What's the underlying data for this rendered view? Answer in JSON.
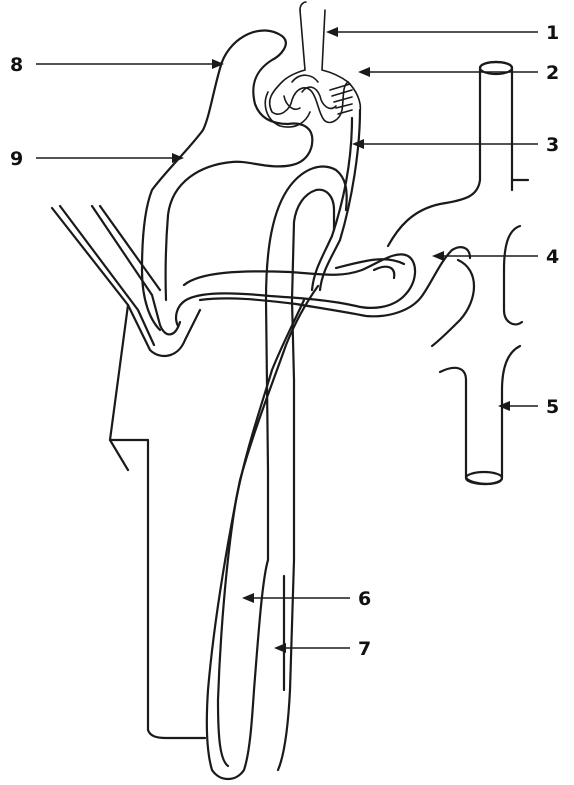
{
  "figure": {
    "labels": [
      {
        "id": "l1",
        "text": "1"
      },
      {
        "id": "l2",
        "text": "2"
      },
      {
        "id": "l3",
        "text": "3"
      },
      {
        "id": "l4",
        "text": "4"
      },
      {
        "id": "l5",
        "text": "5"
      },
      {
        "id": "l6",
        "text": "6"
      },
      {
        "id": "l7",
        "text": "7"
      },
      {
        "id": "l8",
        "text": "8"
      },
      {
        "id": "l9",
        "text": "9"
      }
    ]
  }
}
